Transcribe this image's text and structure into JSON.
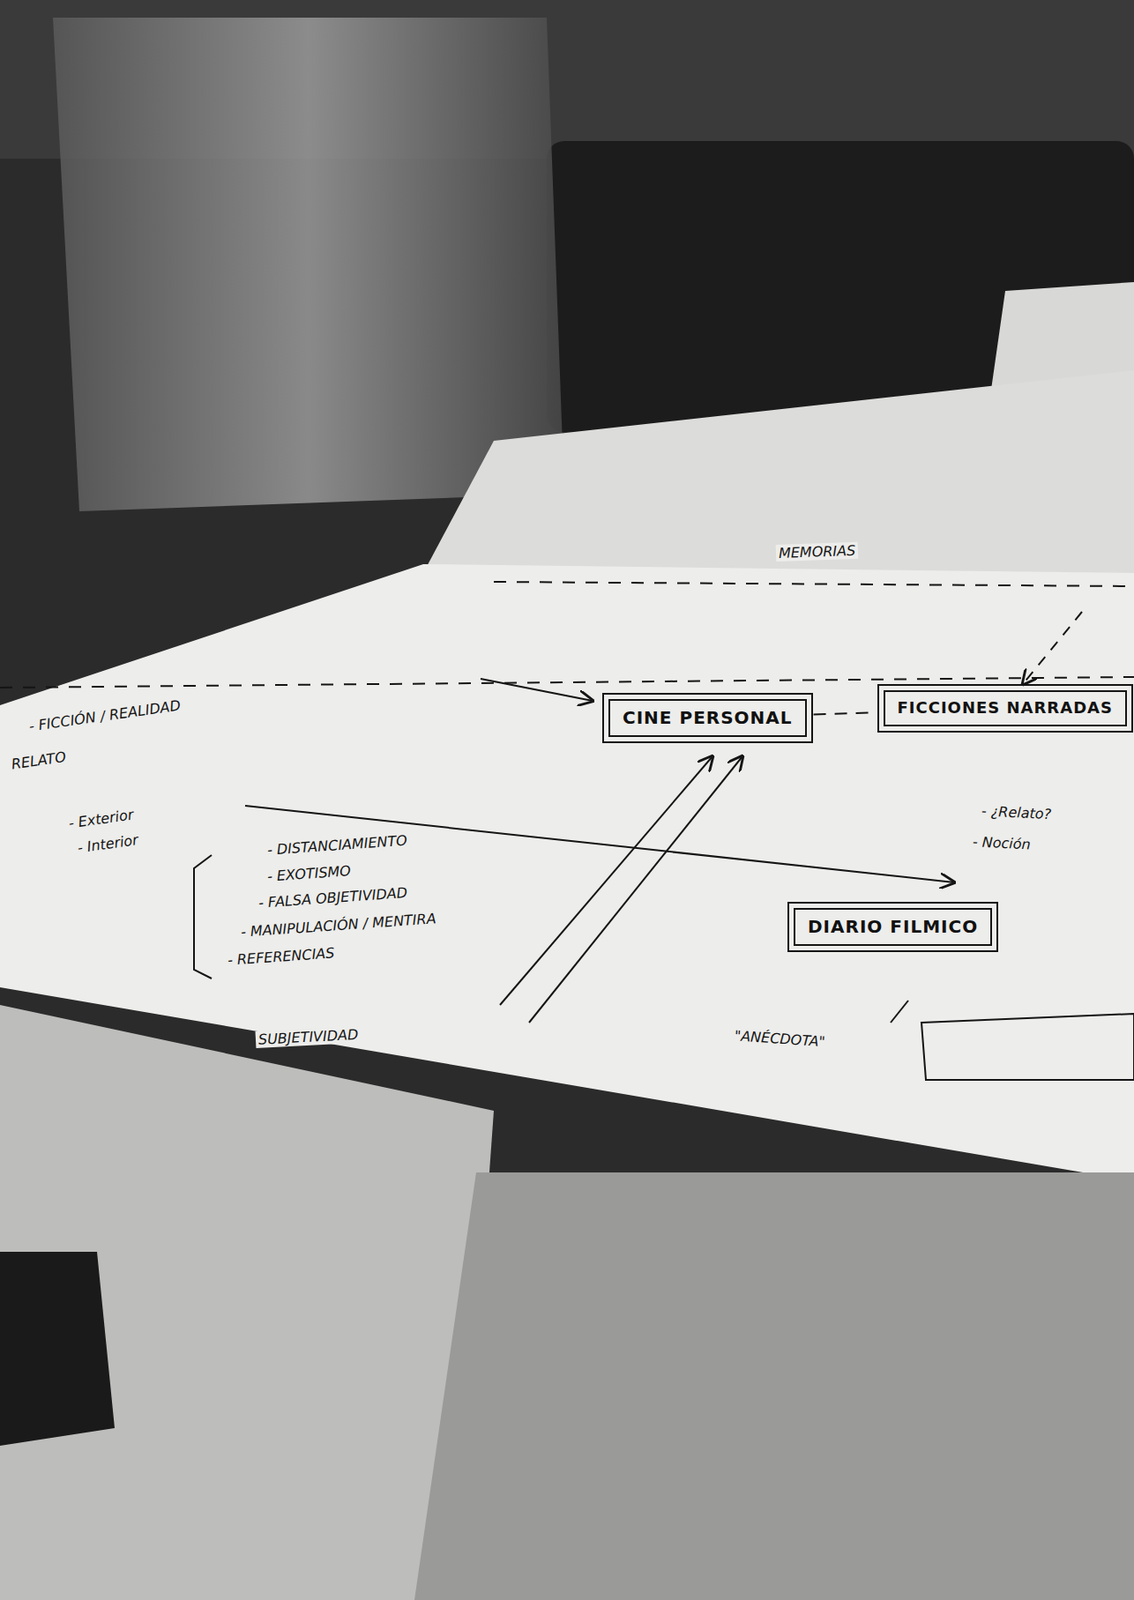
{
  "diagram": {
    "nodes": [
      {
        "text": [
          "CINE PERSONAL"
        ]
      },
      {
        "text": [
          "FICCIONES NARRADAS"
        ]
      },
      {
        "text": [
          "DIARIO FILMICO"
        ]
      }
    ],
    "edges": [
      {
        "from": 0,
        "to": 1,
        "arrow": "none"
      }
    ],
    "labels": [
      "- FICCIÓN / REALIDAD",
      "RELATO",
      "- Exterior",
      "- Interior",
      "- DISTANCIAMIENTO",
      "- EXOTISMO",
      "- FALSA OBJETIVIDAD",
      "- MANIPULACIÓN / MENTIRA",
      "- REFERENCIAS",
      "SUBJETIVIDAD",
      "\"ANÉCDOTA\"",
      "- ¿Relato?",
      "- Noción",
      "MEMORIAS"
    ]
  }
}
